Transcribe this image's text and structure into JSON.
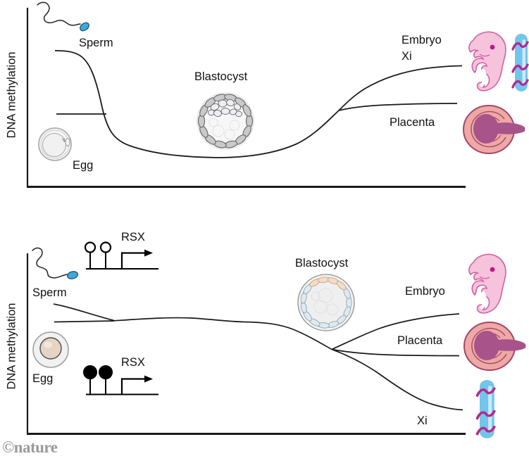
{
  "credit": "©nature",
  "top_panel": {
    "y_axis_label": "DNA methylation",
    "sperm_label": "Sperm",
    "egg_label": "Egg",
    "blastocyst_label": "Blastocyst",
    "embryo_label": "Embryo",
    "xi_label": "Xi",
    "placenta_label": "Placenta"
  },
  "bottom_panel": {
    "y_axis_label": "DNA methylation",
    "sperm_label": "Sperm",
    "egg_label": "Egg",
    "blastocyst_label": "Blastocyst",
    "embryo_label": "Embryo",
    "placenta_label": "Placenta",
    "xi_label": "Xi",
    "rsx_sperm_label": "RSX",
    "rsx_egg_label": "RSX"
  },
  "icons": [
    "sperm-icon",
    "egg-icon",
    "blastocyst-icon",
    "embryo-icon",
    "xi-chromosome-icon",
    "placenta-icon",
    "unmethylated-cpg-lollipop-icon",
    "methylated-cpg-lollipop-icon",
    "transcription-start-arrow-icon"
  ],
  "colors": {
    "curve_black": "#1a1a1a",
    "sperm_head_blue": "#3FA8DB",
    "chromosome_blue": "#72C5EC",
    "chromosome_highlight": "#CBE9F8",
    "rna_squiggle_magenta": "#B12B8E",
    "embryo_pink": "#F6C3DC",
    "embryo_outline": "#D45FA6",
    "embryo_eye": "#C11586",
    "placenta_outer": "#EDA9A3",
    "placenta_outline": "#A8436B",
    "placenta_inner": "#A85389",
    "egg_tan": "#E6D3C4",
    "blastocyst_cell_gray": "#C9C9C9",
    "blastocyst_cell_blue": "#DFE9F0",
    "blastocyst_cell_peach": "#F3DDC7",
    "credit_gray": "#9B9B9B"
  }
}
